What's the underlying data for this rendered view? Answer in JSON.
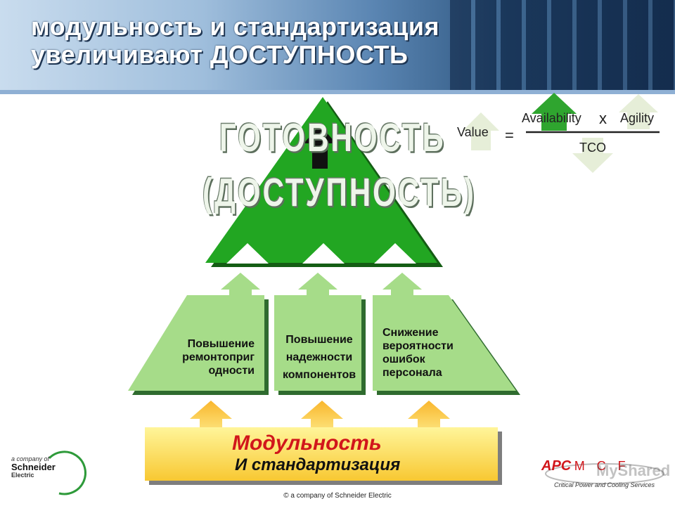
{
  "slide": {
    "title_line1": "модульность и стандартизация",
    "title_line2": "увеличивают ДОСТУПНОСТЬ",
    "pyramid_line1": "ГОТОВНОСТЬ",
    "pyramid_line2": "(ДОСТУПНОСТЬ)",
    "box_left": [
      "Повышение",
      "ремонтоприг",
      "одности"
    ],
    "box_center": [
      "Повышение",
      "надежности",
      "компонентов"
    ],
    "box_right": [
      "Снижение",
      "вероятности",
      "ошибок",
      "персонала"
    ],
    "base_line1": "Модульность",
    "base_line2": "И стандартизация"
  },
  "formula": {
    "value": "Value",
    "equals": "=",
    "availability": "Availability",
    "times": "x",
    "agility": "Agility",
    "tco": "TCO"
  },
  "logos": {
    "schneider_line1": "a company of",
    "schneider_line2": "Schneider",
    "schneider_line3": "Electric",
    "apc": "APC",
    "mcf": "M C F",
    "apc_tagline": "Critical Power and Cooling Services",
    "watermark": "MyShared"
  },
  "footer": {
    "text": "© a company of Schneider Electric"
  },
  "colors": {
    "green_dark": "#21a321",
    "green_light": "#a6dc89",
    "yellow": "#fde66a",
    "orange_arrow": "#f7ad22",
    "red_text": "#d1161b"
  }
}
